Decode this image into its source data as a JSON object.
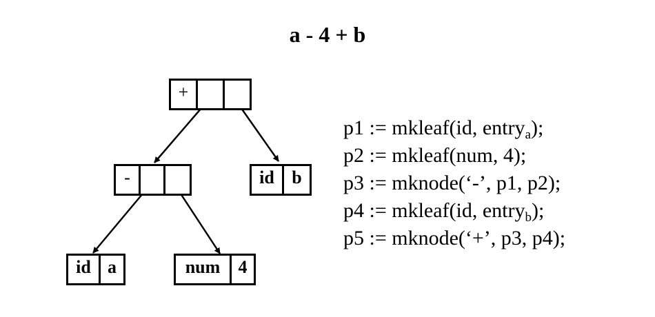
{
  "title": "a - 4 + b",
  "tree": {
    "root_op": "+",
    "minus_op": "-",
    "leaf_b": {
      "tag": "id",
      "value": "b"
    },
    "leaf_a": {
      "tag": "id",
      "value": "a"
    },
    "leaf_4": {
      "tag": "num",
      "value": "4"
    }
  },
  "code": {
    "p1": {
      "before": "p1 := mkleaf(id, entry",
      "sub": "a",
      "after": ");"
    },
    "p2": {
      "text": "p2 := mkleaf(num, 4);"
    },
    "p3": {
      "text": "p3 := mknode(‘-’, p1, p2);"
    },
    "p4": {
      "before": "p4 := mkleaf(id, entry",
      "sub": "b",
      "after": ");"
    },
    "p5": {
      "text": "p5 := mknode(‘+’, p3, p4);"
    }
  }
}
